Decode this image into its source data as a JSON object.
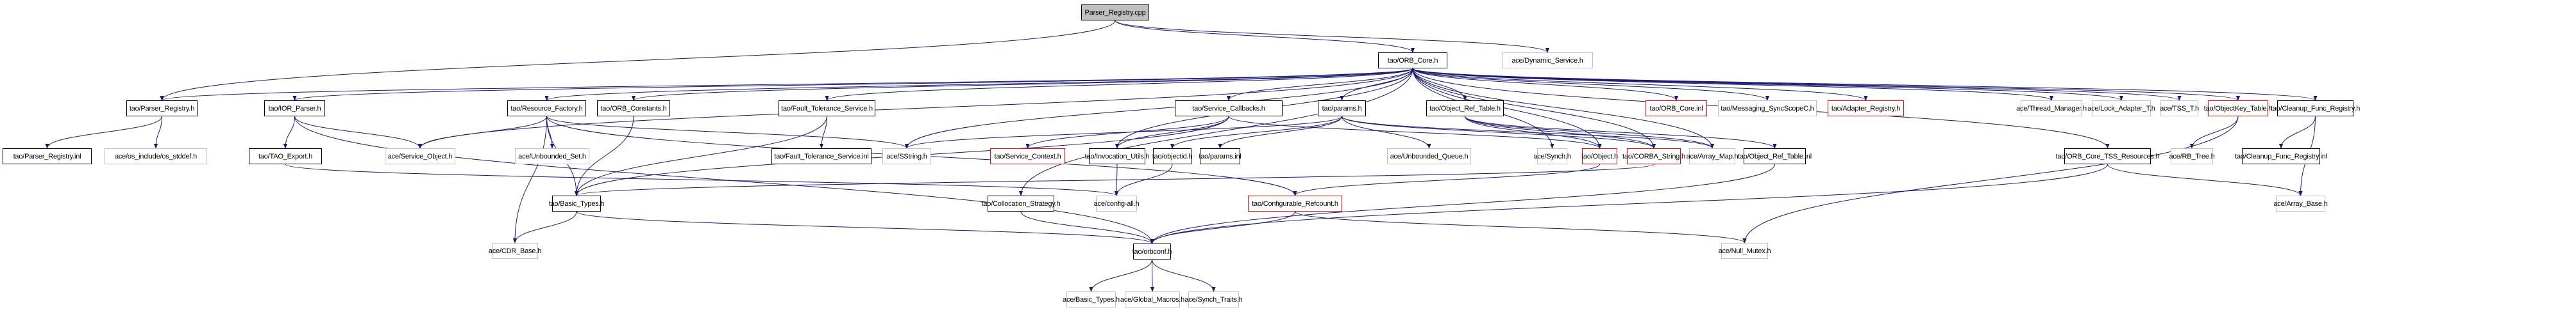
{
  "diagram": {
    "title": "Parser_Registry.cpp include dependency graph",
    "edge_color": "#191970",
    "legend_styles": {
      "root": {
        "fill": "#bfbfbf",
        "border": "#000000"
      },
      "documented": {
        "fill": "#ffffff",
        "border": "#000000"
      },
      "external": {
        "fill": "#ffffff",
        "border": "#bfbfbf"
      },
      "truncated": {
        "fill": "#ffffff",
        "border": "#ff0000"
      }
    },
    "nodes": [
      {
        "id": "root",
        "label": "Parser_Registry.cpp",
        "style": "root"
      },
      {
        "id": "orb_core_h",
        "label": "tao/ORB_Core.h",
        "style": "documented"
      },
      {
        "id": "dynamic_service",
        "label": "ace/Dynamic_Service.h",
        "style": "external"
      },
      {
        "id": "parser_registry_h",
        "label": "tao/Parser_Registry.h",
        "style": "documented"
      },
      {
        "id": "ior_parser",
        "label": "tao/IOR_Parser.h",
        "style": "documented"
      },
      {
        "id": "resource_factory",
        "label": "tao/Resource_Factory.h",
        "style": "documented"
      },
      {
        "id": "orb_constants",
        "label": "tao/ORB_Constants.h",
        "style": "documented"
      },
      {
        "id": "ft_service_h",
        "label": "tao/Fault_Tolerance_Service.h",
        "style": "documented"
      },
      {
        "id": "service_callbacks",
        "label": "tao/Service_Callbacks.h",
        "style": "documented"
      },
      {
        "id": "params_h",
        "label": "tao/params.h",
        "style": "documented"
      },
      {
        "id": "object_ref_table_h",
        "label": "tao/Object_Ref_Table.h",
        "style": "documented"
      },
      {
        "id": "orb_core_inl",
        "label": "tao/ORB_Core.inl",
        "style": "truncated"
      },
      {
        "id": "messaging_syncscope",
        "label": "tao/Messaging_SyncScopeC.h",
        "style": "external"
      },
      {
        "id": "adapter_registry",
        "label": "tao/Adapter_Registry.h",
        "style": "truncated"
      },
      {
        "id": "thread_manager",
        "label": "ace/Thread_Manager.h",
        "style": "external"
      },
      {
        "id": "lock_adapter",
        "label": "ace/Lock_Adapter_T.h",
        "style": "external"
      },
      {
        "id": "tss_t",
        "label": "ace/TSS_T.h",
        "style": "external"
      },
      {
        "id": "objectkey_table",
        "label": "tao/ObjectKey_Table.h",
        "style": "truncated"
      },
      {
        "id": "cleanup_func_h",
        "label": "tao/Cleanup_Func_Registry.h",
        "style": "documented"
      },
      {
        "id": "parser_registry_inl",
        "label": "tao/Parser_Registry.inl",
        "style": "documented"
      },
      {
        "id": "os_stddef",
        "label": "ace/os_include/os_stddef.h",
        "style": "external"
      },
      {
        "id": "tao_export",
        "label": "tao/TAO_Export.h",
        "style": "documented"
      },
      {
        "id": "service_object",
        "label": "ace/Service_Object.h",
        "style": "external"
      },
      {
        "id": "unbounded_set",
        "label": "ace/Unbounded_Set.h",
        "style": "external"
      },
      {
        "id": "ft_service_inl",
        "label": "tao/Fault_Tolerance_Service.inl",
        "style": "documented"
      },
      {
        "id": "sstring",
        "label": "ace/SString.h",
        "style": "external"
      },
      {
        "id": "service_context",
        "label": "tao/Service_Context.h",
        "style": "truncated"
      },
      {
        "id": "invocation_utils",
        "label": "tao/Invocation_Utils.h",
        "style": "documented"
      },
      {
        "id": "objectid",
        "label": "tao/objectid.h",
        "style": "documented"
      },
      {
        "id": "params_inl",
        "label": "tao/params.inl",
        "style": "documented"
      },
      {
        "id": "unbounded_queue",
        "label": "ace/Unbounded_Queue.h",
        "style": "external"
      },
      {
        "id": "synch",
        "label": "ace/Synch.h",
        "style": "external"
      },
      {
        "id": "object_h",
        "label": "tao/Object.h",
        "style": "truncated"
      },
      {
        "id": "corba_string",
        "label": "tao/CORBA_String.h",
        "style": "truncated"
      },
      {
        "id": "array_map",
        "label": "ace/Array_Map.h",
        "style": "external"
      },
      {
        "id": "object_ref_table_inl",
        "label": "tao/Object_Ref_Table.inl",
        "style": "documented"
      },
      {
        "id": "orb_core_tss",
        "label": "tao/ORB_Core_TSS_Resources.h",
        "style": "documented"
      },
      {
        "id": "rb_tree",
        "label": "ace/RB_Tree.h",
        "style": "external"
      },
      {
        "id": "cleanup_func_inl",
        "label": "tao/Cleanup_Func_Registry.inl",
        "style": "documented"
      },
      {
        "id": "tao_basic_types",
        "label": "tao/Basic_Types.h",
        "style": "documented"
      },
      {
        "id": "collocation_strategy",
        "label": "tao/Collocation_Strategy.h",
        "style": "documented"
      },
      {
        "id": "config_all",
        "label": "ace/config-all.h",
        "style": "external"
      },
      {
        "id": "configurable_refcount",
        "label": "tao/Configurable_Refcount.h",
        "style": "truncated"
      },
      {
        "id": "array_base",
        "label": "ace/Array_Base.h",
        "style": "external"
      },
      {
        "id": "cdr_base",
        "label": "ace/CDR_Base.h",
        "style": "external"
      },
      {
        "id": "orbconf",
        "label": "tao/orbconf.h",
        "style": "documented"
      },
      {
        "id": "null_mutex",
        "label": "ace/Null_Mutex.h",
        "style": "external"
      },
      {
        "id": "ace_basic_types",
        "label": "ace/Basic_Types.h",
        "style": "external"
      },
      {
        "id": "global_macros",
        "label": "ace/Global_Macros.h",
        "style": "external"
      },
      {
        "id": "synch_traits",
        "label": "ace/Synch_Traits.h",
        "style": "external"
      }
    ],
    "edges": [
      [
        "root",
        "orb_core_h"
      ],
      [
        "root",
        "dynamic_service"
      ],
      [
        "root",
        "parser_registry_h"
      ],
      [
        "orb_core_h",
        "parser_registry_h"
      ],
      [
        "orb_core_h",
        "ior_parser"
      ],
      [
        "orb_core_h",
        "resource_factory"
      ],
      [
        "orb_core_h",
        "orb_constants"
      ],
      [
        "orb_core_h",
        "ft_service_h"
      ],
      [
        "orb_core_h",
        "service_callbacks"
      ],
      [
        "orb_core_h",
        "params_h"
      ],
      [
        "orb_core_h",
        "object_ref_table_h"
      ],
      [
        "orb_core_h",
        "orb_core_inl"
      ],
      [
        "orb_core_h",
        "messaging_syncscope"
      ],
      [
        "orb_core_h",
        "adapter_registry"
      ],
      [
        "orb_core_h",
        "thread_manager"
      ],
      [
        "orb_core_h",
        "lock_adapter"
      ],
      [
        "orb_core_h",
        "tss_t"
      ],
      [
        "orb_core_h",
        "objectkey_table"
      ],
      [
        "orb_core_h",
        "cleanup_func_h"
      ],
      [
        "orb_core_h",
        "service_object"
      ],
      [
        "orb_core_h",
        "invocation_utils"
      ],
      [
        "orb_core_h",
        "collocation_strategy"
      ],
      [
        "orb_core_h",
        "synch"
      ],
      [
        "orb_core_h",
        "object_h"
      ],
      [
        "orb_core_h",
        "corba_string"
      ],
      [
        "orb_core_h",
        "array_map"
      ],
      [
        "orb_core_h",
        "orb_core_tss"
      ],
      [
        "orb_core_h",
        "sstring"
      ],
      [
        "parser_registry_h",
        "parser_registry_inl"
      ],
      [
        "parser_registry_h",
        "os_stddef"
      ],
      [
        "ior_parser",
        "tao_export"
      ],
      [
        "ior_parser",
        "service_object"
      ],
      [
        "ior_parser",
        "orbconf"
      ],
      [
        "resource_factory",
        "service_object"
      ],
      [
        "resource_factory",
        "unbounded_set"
      ],
      [
        "resource_factory",
        "tao_basic_types"
      ],
      [
        "resource_factory",
        "cdr_base"
      ],
      [
        "resource_factory",
        "configurable_refcount"
      ],
      [
        "resource_factory",
        "sstring"
      ],
      [
        "orb_constants",
        "tao_basic_types"
      ],
      [
        "ft_service_h",
        "ft_service_inl"
      ],
      [
        "ft_service_h",
        "tao_basic_types"
      ],
      [
        "service_callbacks",
        "service_context"
      ],
      [
        "service_callbacks",
        "invocation_utils"
      ],
      [
        "service_callbacks",
        "tao_basic_types"
      ],
      [
        "service_callbacks",
        "object_h"
      ],
      [
        "params_h",
        "objectid"
      ],
      [
        "params_h",
        "params_inl"
      ],
      [
        "params_h",
        "unbounded_queue"
      ],
      [
        "params_h",
        "sstring"
      ],
      [
        "params_h",
        "corba_string"
      ],
      [
        "params_h",
        "array_map"
      ],
      [
        "object_ref_table_h",
        "object_ref_table_inl"
      ],
      [
        "object_ref_table_h",
        "object_h"
      ],
      [
        "object_ref_table_h",
        "corba_string"
      ],
      [
        "object_ref_table_h",
        "array_map"
      ],
      [
        "objectkey_table",
        "rb_tree"
      ],
      [
        "objectkey_table",
        "null_mutex"
      ],
      [
        "cleanup_func_h",
        "cleanup_func_inl"
      ],
      [
        "cleanup_func_h",
        "array_base"
      ],
      [
        "invocation_utils",
        "config_all"
      ],
      [
        "objectid",
        "config_all"
      ],
      [
        "object_h",
        "configurable_refcount"
      ],
      [
        "corba_string",
        "tao_basic_types"
      ],
      [
        "object_ref_table_inl",
        "orbconf"
      ],
      [
        "orb_core_tss",
        "array_base"
      ],
      [
        "orb_core_tss",
        "orbconf"
      ],
      [
        "tao_basic_types",
        "cdr_base"
      ],
      [
        "tao_basic_types",
        "orbconf"
      ],
      [
        "collocation_strategy",
        "orbconf"
      ],
      [
        "configurable_refcount",
        "orbconf"
      ],
      [
        "configurable_refcount",
        "null_mutex"
      ],
      [
        "tao_export",
        "config_all"
      ],
      [
        "orbconf",
        "ace_basic_types"
      ],
      [
        "orbconf",
        "global_macros"
      ],
      [
        "orbconf",
        "synch_traits"
      ]
    ]
  }
}
